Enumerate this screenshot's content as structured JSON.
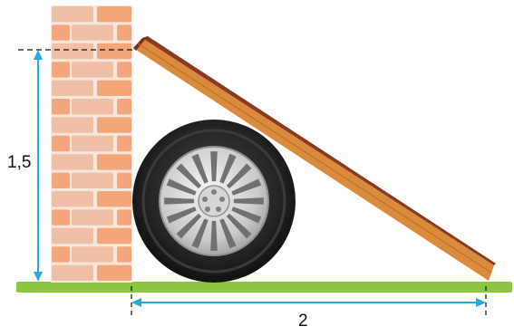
{
  "labels": {
    "height": "1,5",
    "width": "2"
  },
  "colors": {
    "ground": "#8cc63f",
    "brick_light": "#efbfa6",
    "brick_dark": "#f2a679",
    "mortar": "#f6e6dc",
    "plank_top": "#8a3a1e",
    "plank_front": "#d98a3a",
    "tire": "#1f1f1f",
    "rim": "#c9cbcd",
    "dimension_line": "#29a9e1"
  },
  "icons": [
    "brick-wall",
    "wheel",
    "plank"
  ]
}
